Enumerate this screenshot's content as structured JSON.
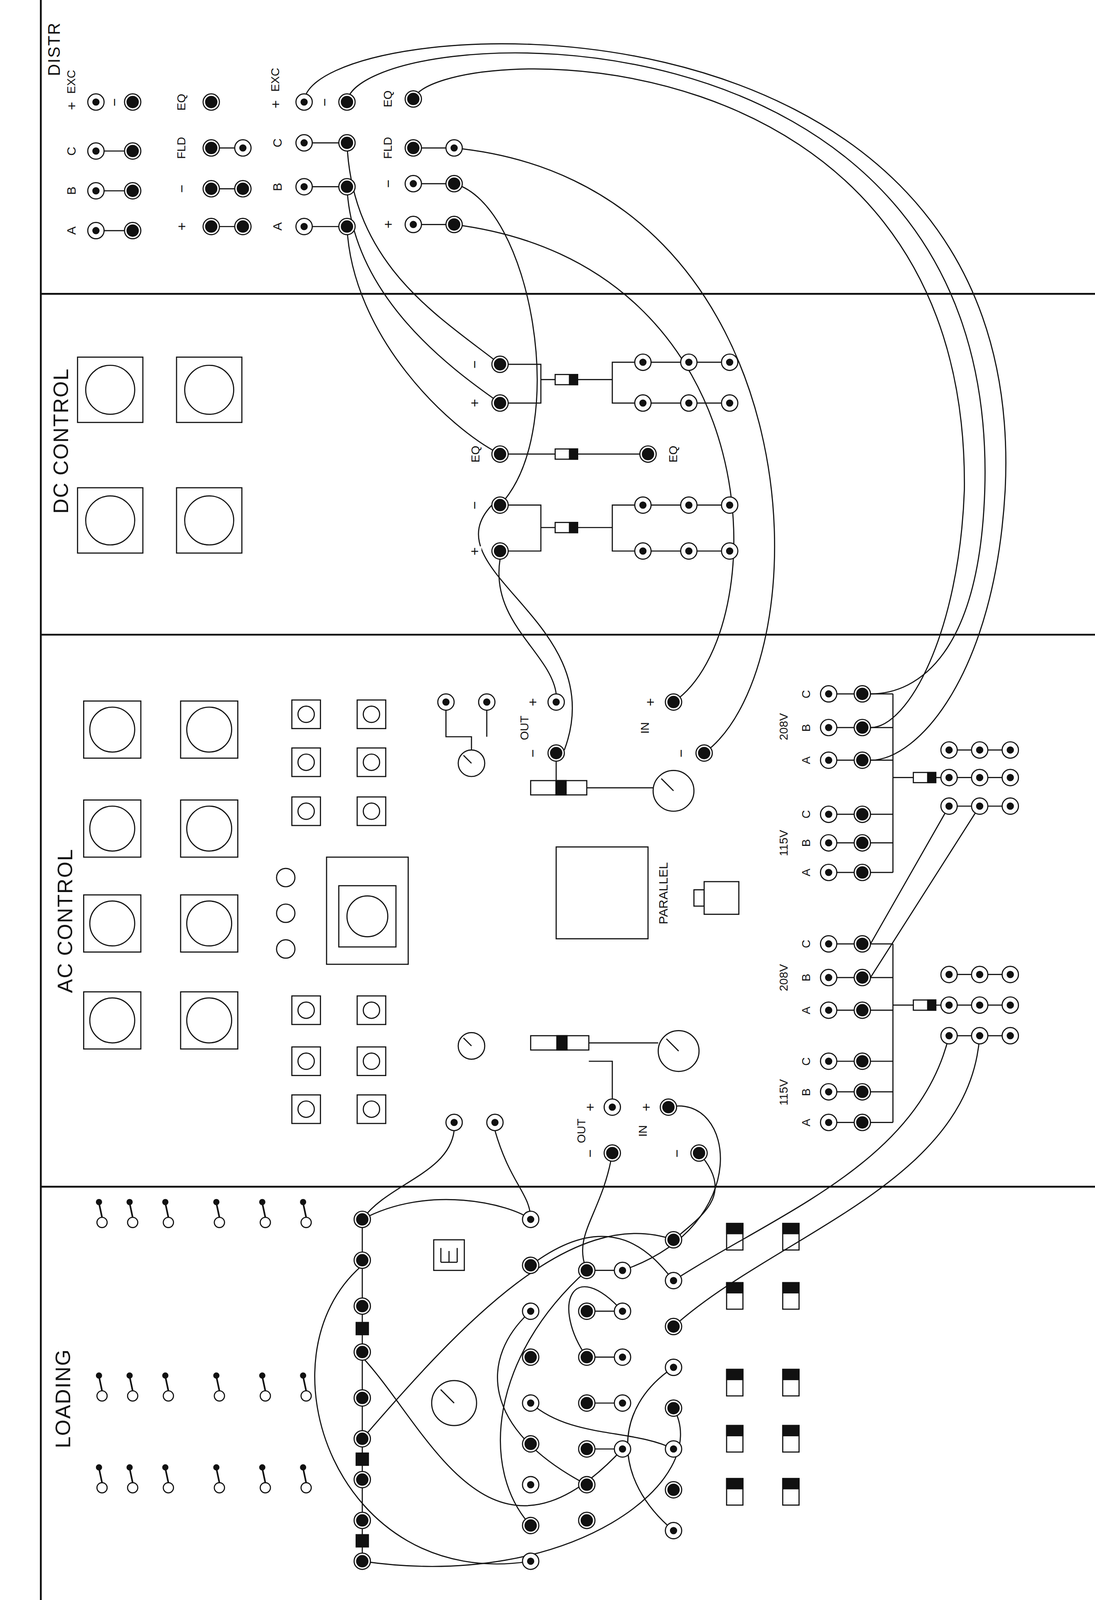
{
  "diagram": {
    "nodes": [
      {
        "text": [
          "DISTR"
        ]
      },
      {
        "text": [
          "DC CONTROL"
        ]
      },
      {
        "text": [
          "AC CONTROL"
        ]
      },
      {
        "text": [
          "LOADING"
        ]
      }
    ],
    "labels": [
      "EXC",
      "+",
      "C",
      "B",
      "A",
      "−",
      "EQ",
      "FLD",
      "−",
      "+",
      "EXC",
      "+",
      "−",
      "C",
      "B",
      "A",
      "EQ",
      "FLD",
      "−",
      "+",
      "−",
      "+",
      "EQ",
      "−",
      "+",
      "EQ",
      "OUT",
      "+",
      "−",
      "IN",
      "+",
      "−",
      "208V",
      "A",
      "B",
      "C",
      "115V",
      "A",
      "B",
      "C",
      "PARALLEL",
      "OUT",
      "+",
      "−",
      "IN",
      "+",
      "−",
      "208V",
      "A",
      "B",
      "C",
      "115V",
      "A",
      "B",
      "C"
    ]
  }
}
